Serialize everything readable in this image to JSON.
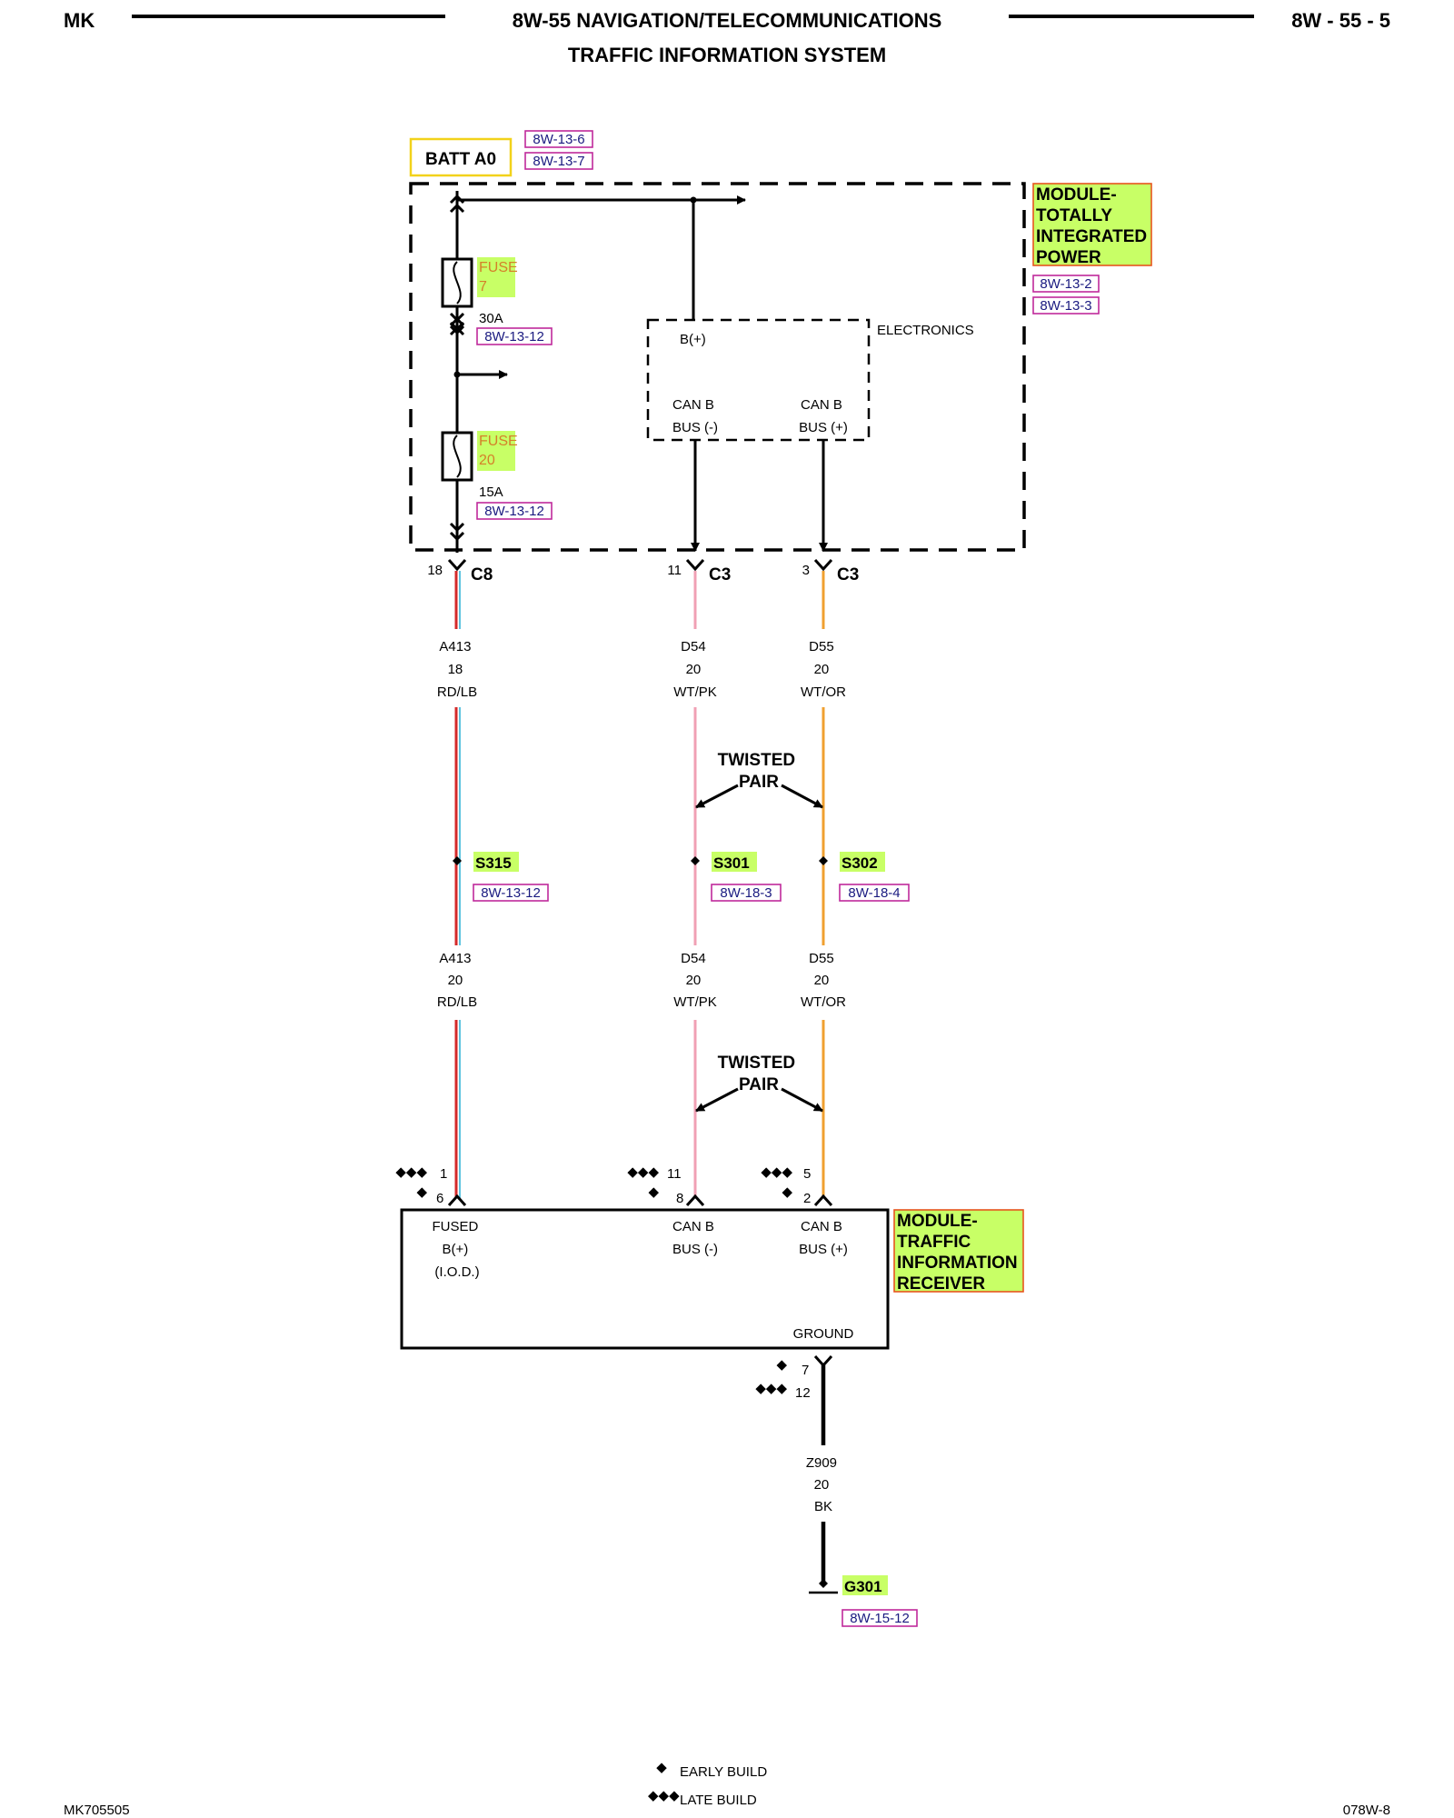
{
  "header": {
    "left_code": "MK",
    "title_line1": "8W-55 NAVIGATION/TELECOMMUNICATIONS",
    "title_line2": "TRAFFIC INFORMATION SYSTEM",
    "page_number": "8W - 55 - 5"
  },
  "batt": {
    "label": "BATT A0",
    "refs": [
      "8W-13-6",
      "8W-13-7"
    ]
  },
  "tipm": {
    "name_lines": [
      "MODULE-",
      "TOTALLY",
      "INTEGRATED",
      "POWER"
    ],
    "refs": [
      "8W-13-2",
      "8W-13-3"
    ],
    "electronics_label": "ELECTRONICS",
    "b_plus_label": "B(+)",
    "can_minus_lines": [
      "CAN B",
      "BUS (-)"
    ],
    "can_plus_lines": [
      "CAN B",
      "BUS (+)"
    ],
    "fuses": [
      {
        "label": "FUSE",
        "number": "7",
        "rating": "30A",
        "ref": "8W-13-12"
      },
      {
        "label": "FUSE",
        "number": "20",
        "rating": "15A",
        "ref": "8W-13-12"
      }
    ]
  },
  "connectors": [
    {
      "pin": "18",
      "name": "C8"
    },
    {
      "pin": "11",
      "name": "C3"
    },
    {
      "pin": "3",
      "name": "C3"
    }
  ],
  "wires_upper": [
    {
      "circuit": "A413",
      "gauge": "18",
      "color": "RD/LB"
    },
    {
      "circuit": "D54",
      "gauge": "20",
      "color": "WT/PK"
    },
    {
      "circuit": "D55",
      "gauge": "20",
      "color": "WT/OR"
    }
  ],
  "twisted_pair_lines": [
    "TWISTED",
    "PAIR"
  ],
  "splices": [
    {
      "name": "S315",
      "ref": "8W-13-12"
    },
    {
      "name": "S301",
      "ref": "8W-18-3"
    },
    {
      "name": "S302",
      "ref": "8W-18-4"
    }
  ],
  "wires_lower": [
    {
      "circuit": "A413",
      "gauge": "20",
      "color": "RD/LB"
    },
    {
      "circuit": "D54",
      "gauge": "20",
      "color": "WT/PK"
    },
    {
      "circuit": "D55",
      "gauge": "20",
      "color": "WT/OR"
    }
  ],
  "receiver_pins": [
    {
      "late": "1",
      "early": "6"
    },
    {
      "late": "11",
      "early": "8"
    },
    {
      "late": "5",
      "early": "2"
    }
  ],
  "receiver": {
    "name_lines": [
      "MODULE-",
      "TRAFFIC",
      "INFORMATION",
      "RECEIVER"
    ],
    "fused_lines": [
      "FUSED",
      "B(+)",
      "(I.O.D.)"
    ],
    "can_minus_lines": [
      "CAN B",
      "BUS (-)"
    ],
    "can_plus_lines": [
      "CAN B",
      "BUS (+)"
    ],
    "ground_label": "GROUND"
  },
  "ground_pins": {
    "early": "7",
    "late": "12"
  },
  "ground_wire": {
    "circuit": "Z909",
    "gauge": "20",
    "color": "BK"
  },
  "ground": {
    "name": "G301",
    "ref": "8W-15-12"
  },
  "legend": {
    "early_label": "EARLY BUILD",
    "late_label": "LATE BUILD"
  },
  "footer": {
    "left_code": "MK705505",
    "right_code": "078W-8"
  },
  "colors": {
    "highlight": "#c8ff66",
    "wire_red": "#d42a2a",
    "wire_blue": "#5fc4e0",
    "wire_pink": "#f0a0b4",
    "wire_orange": "#f0a030"
  }
}
